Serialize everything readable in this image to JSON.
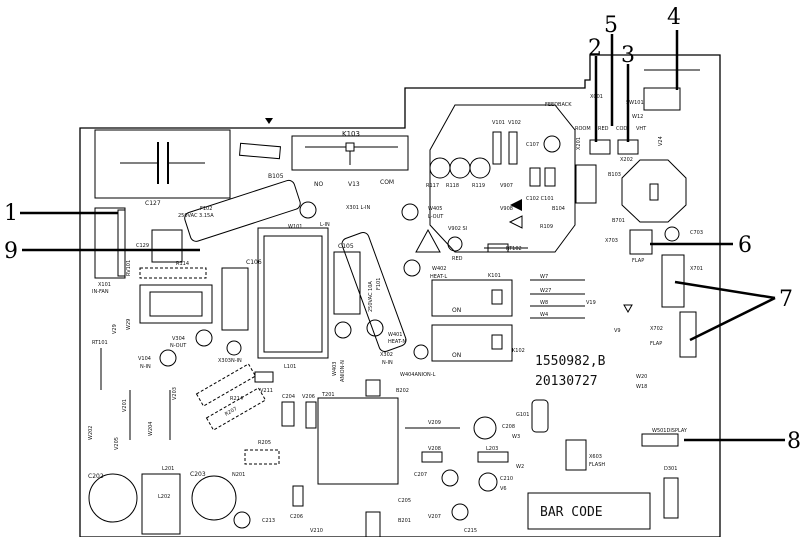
{
  "callouts": [
    "1",
    "2",
    "3",
    "4",
    "5",
    "6",
    "7",
    "8",
    "9"
  ],
  "board": {
    "title_left": "1550982,B",
    "title_right": "20130727",
    "barcode": "BAR CODE",
    "labels": {
      "k103": "K103",
      "no": "NO",
      "v13": "V13",
      "com": "COM",
      "b105": "B105",
      "c127": "C127",
      "f102": "F102",
      "f102_rating": "250VAC 3.15A",
      "x101": "X101",
      "in_fan": "IN-FAN",
      "c129": "C129",
      "r114": "R114",
      "rv101": "RV101",
      "w101": "W101",
      "l_in": "L-IN",
      "x301": "X301 L-IN",
      "c106": "C106",
      "c105": "C105",
      "f101": "F101",
      "f101_rating": "250VAC 10A",
      "w405": "W405",
      "l_out": "L-OUT",
      "v902": "V902 SI",
      "red": "RED",
      "w402": "W402",
      "heat_l": "HEAT-L",
      "r117": "R117",
      "r118": "R118",
      "r119": "R119",
      "v907": "V907",
      "v908": "V908",
      "r109": "R109",
      "rt102": "RT102",
      "v101": "V101",
      "v102": "V102",
      "c107": "C107",
      "c102": "C102",
      "c101": "C101",
      "b104": "B104",
      "b103": "B103",
      "feedback": "FEEDBACK",
      "x001": "X001",
      "room": "ROOM",
      "red2": "RED",
      "cod": "COD",
      "vht": "VHT",
      "x201": "X201",
      "x202": "X202",
      "sw101": "SW101",
      "w12": "W12",
      "v24": "V24",
      "b701": "B701",
      "c703": "C703",
      "x703": "X703",
      "flap1": "FLAP",
      "x701": "X701",
      "x702": "X702",
      "flap2": "FLAP",
      "k101": "K101",
      "k102": "K102",
      "on1": "ON",
      "on2": "ON",
      "w7": "W7",
      "w27": "W27",
      "w8": "W8",
      "w4": "W4",
      "v19": "V19",
      "v9": "V9",
      "w20": "W20",
      "w18": "W18",
      "rt101": "RT101",
      "v29": "V29",
      "w29": "W29",
      "v304": "V304",
      "n_out": "N-OUT",
      "v104": "V104",
      "n_in": "N-IN",
      "x303": "X303N-IN",
      "l101": "L101",
      "w403": "W403",
      "anion_n": "ANION-N",
      "w401": "W401",
      "heat_n": "HEAT-N",
      "x302": "X302",
      "n_in2": "N-IN",
      "w404": "W404ANION-L",
      "b202": "B202",
      "v211": "V211",
      "r214": "R214",
      "r207": "R207",
      "v201": "V201",
      "v203": "V203",
      "w202": "W202",
      "v205": "V205",
      "w204": "W204",
      "c204": "C204",
      "v206": "V206",
      "r205": "R205",
      "t201": "T201",
      "n201": "N201",
      "c202": "C202",
      "l201": "L201",
      "l202": "L202",
      "c203": "C203",
      "c213": "C213",
      "c206": "C206",
      "v210": "V210",
      "v209": "V209",
      "c208": "C208",
      "w3": "W3",
      "g101": "G101",
      "v208": "V208",
      "l203": "L203",
      "c207": "C207",
      "c210": "C210",
      "v6": "V6",
      "w2": "W2",
      "c205": "C205",
      "b201": "B201",
      "v207": "V207",
      "c215": "C215",
      "x603": "X603",
      "flash": "FLASH",
      "w501": "W501DISPLAY",
      "d301": "D301"
    }
  }
}
